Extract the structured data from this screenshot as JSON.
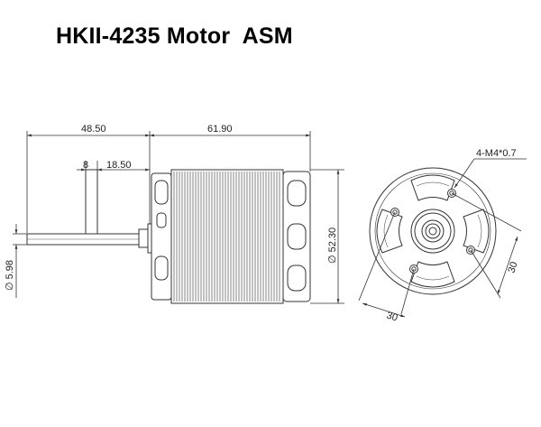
{
  "title": "HKII-4235 Motor  ASM",
  "dimensions": {
    "shaft_length": "48.50",
    "can_length": "61.90",
    "flat_width": "8",
    "flat_offset": "18.50",
    "shaft_diameter": "∅ 5.98",
    "can_diameter": "∅ 52.30",
    "mount_thread": "4-M4*0.7",
    "hole_spacing_a": "30",
    "hole_spacing_b": "30"
  },
  "colors": {
    "line": "#333333",
    "text": "#000000"
  }
}
